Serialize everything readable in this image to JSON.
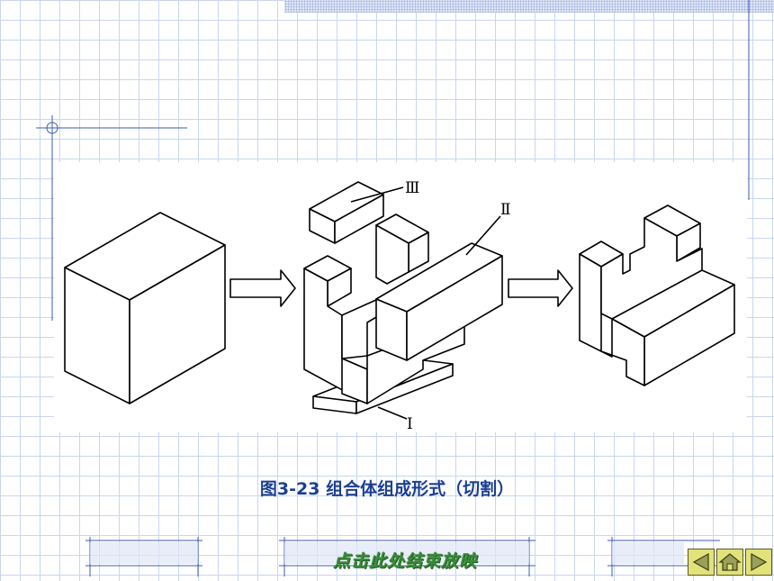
{
  "figure": {
    "labels": {
      "part_1": "Ⅰ",
      "part_2": "Ⅱ",
      "part_3": "Ⅲ"
    },
    "caption": "图3-23  组合体组成形式（切割）"
  },
  "footer": {
    "end_show_link": "点击此处结束放映"
  },
  "navigation": {
    "icons": [
      "back-icon",
      "forward-icon",
      "home-icon"
    ]
  },
  "colors": {
    "grid": "#c9d6f0",
    "caption": "#1c3f93",
    "footer_link": "#3a8c3a",
    "nav_button": "#e2e27a",
    "decor_lines": "#3f5bb0"
  }
}
